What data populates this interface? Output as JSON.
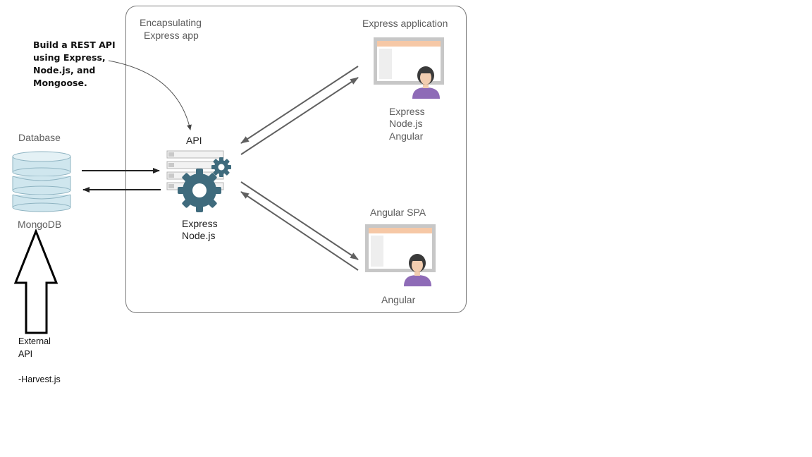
{
  "container": {
    "title_line1": "Encapsulating",
    "title_line2": "Express app"
  },
  "note": {
    "line1": "Build a REST API",
    "line2": "using Express,",
    "line3": "Node.js, and",
    "line4": "Mongoose."
  },
  "database": {
    "title": "Database",
    "name": "MongoDB"
  },
  "api": {
    "title": "API",
    "tech1": "Express",
    "tech2": "Node.js"
  },
  "express_app": {
    "title": "Express application",
    "tech1": "Express",
    "tech2": "Node.js",
    "tech3": "Angular"
  },
  "angular_spa": {
    "title": "Angular SPA",
    "tech1": "Angular"
  },
  "external": {
    "line1": "External",
    "line2": "API",
    "line3": "-Harvest.js"
  },
  "colors": {
    "db_fill": "#cfe6ee",
    "db_stroke": "#8fb4c2",
    "gear": "#3f6b7d",
    "screen_bezel": "#c7c7c7",
    "screen_header": "#f6c8a6",
    "avatar_shirt": "#8e6bb7",
    "arrow": "#606060"
  }
}
